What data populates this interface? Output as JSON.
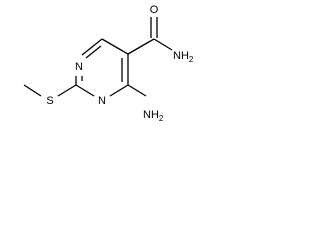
{
  "molecule": {
    "atoms": {
      "ring_n_top": "N",
      "ring_n_bottom": "N",
      "sulfur": "S",
      "amide_oxygen": "O",
      "amide_nh2": "NH",
      "amide_nh2_sub": "2",
      "amino_nh2": "NH",
      "amino_nh2_sub": "2"
    },
    "colors": {
      "ink": "#000000",
      "background": "#ffffff"
    }
  }
}
